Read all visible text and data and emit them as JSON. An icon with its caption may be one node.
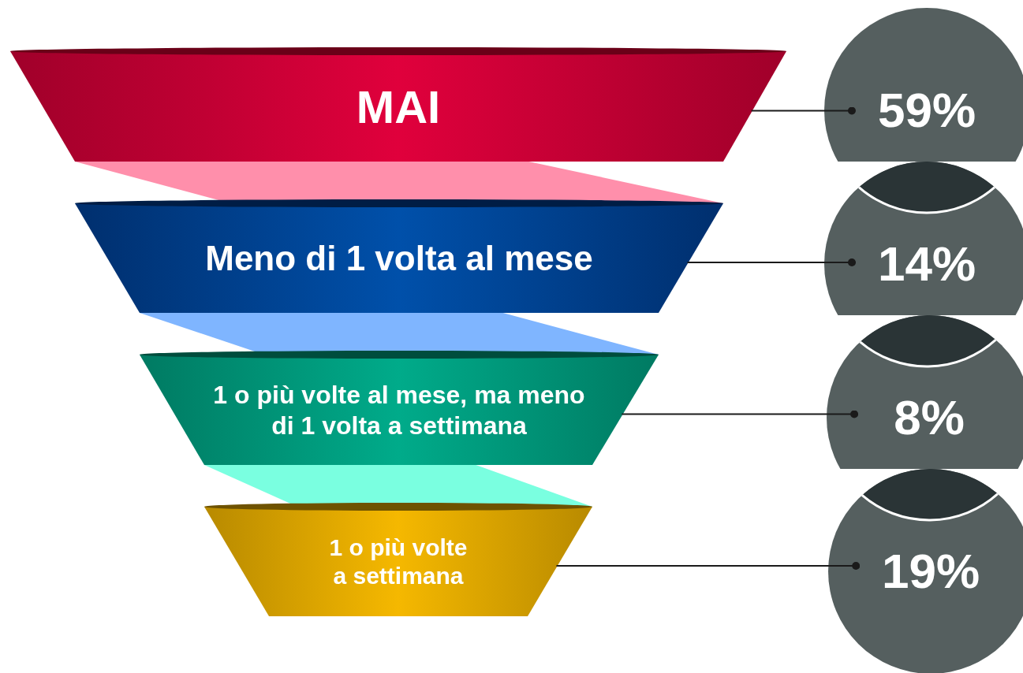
{
  "diagram": {
    "nodes": [
      {
        "text": [
          "MAI"
        ]
      },
      {
        "text": [
          "Meno di 1 volta al mese"
        ]
      },
      {
        "text": [
          "1 o più volte al mese, ma meno di 1 volta a settimana"
        ]
      },
      {
        "text": [
          "1 o più volte a settimana"
        ]
      },
      {
        "text": [
          "59%"
        ]
      },
      {
        "text": [
          "14%"
        ]
      },
      {
        "text": [
          "8%"
        ]
      },
      {
        "text": [
          "19%"
        ]
      }
    ],
    "edges": [
      {
        "from": 0,
        "to": 4,
        "arrow": "other"
      },
      {
        "from": 1,
        "to": 5,
        "arrow": "other"
      },
      {
        "from": 2,
        "to": 6,
        "arrow": "other"
      },
      {
        "from": 3,
        "to": 7,
        "arrow": "other"
      }
    ]
  }
}
